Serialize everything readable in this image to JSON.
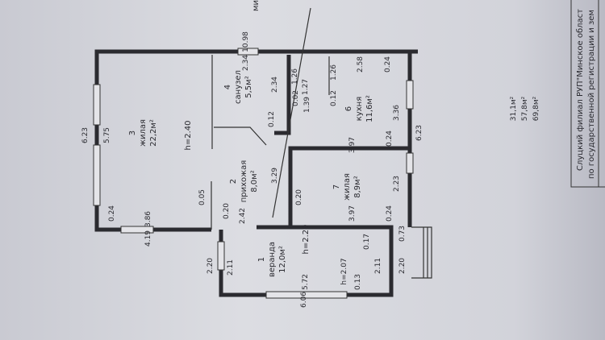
{
  "rooms": [
    {
      "number": "1",
      "name": "веранда",
      "area": "12,0м²",
      "height": "h=2.29"
    },
    {
      "number": "2",
      "name": "прихожая",
      "area": "8,0м²"
    },
    {
      "number": "3",
      "name": "жилая",
      "area": "22,2м²",
      "height": "h=2.40"
    },
    {
      "number": "4",
      "name": "санузел",
      "area": "5,5м²"
    },
    {
      "number": "6",
      "name": "кухня",
      "area": "11,6м²"
    },
    {
      "number": "7",
      "name": "жилая",
      "area": "8,9м²"
    }
  ],
  "dimensions": [
    "10.98",
    "2.34",
    "2.34",
    "0.12",
    "1.26",
    "1.27",
    "0.02",
    "1.39",
    "1.26",
    "0.12",
    "2.58",
    "0.24",
    "3.36",
    "0.24",
    "3.97",
    "6.23",
    "6.23",
    "5.75",
    "3.29",
    "0.20",
    "2.23",
    "0.24",
    "3.97",
    "0.24",
    "3.86",
    "4.19",
    "0.05",
    "0.20",
    "2.42",
    "2.20",
    "2.11",
    "h=2.07",
    "0.13",
    "5.72",
    "6.06",
    "0.17",
    "0.73",
    "2.11",
    "2.20"
  ],
  "totals": [
    "31,1м²",
    "57,8м²",
    "69,8м²"
  ],
  "stamp": {
    "line1": "Слуцкий филиал РУП\"Минское област",
    "line2": "по государственной регистрации и зем",
    "corner": "ми"
  }
}
